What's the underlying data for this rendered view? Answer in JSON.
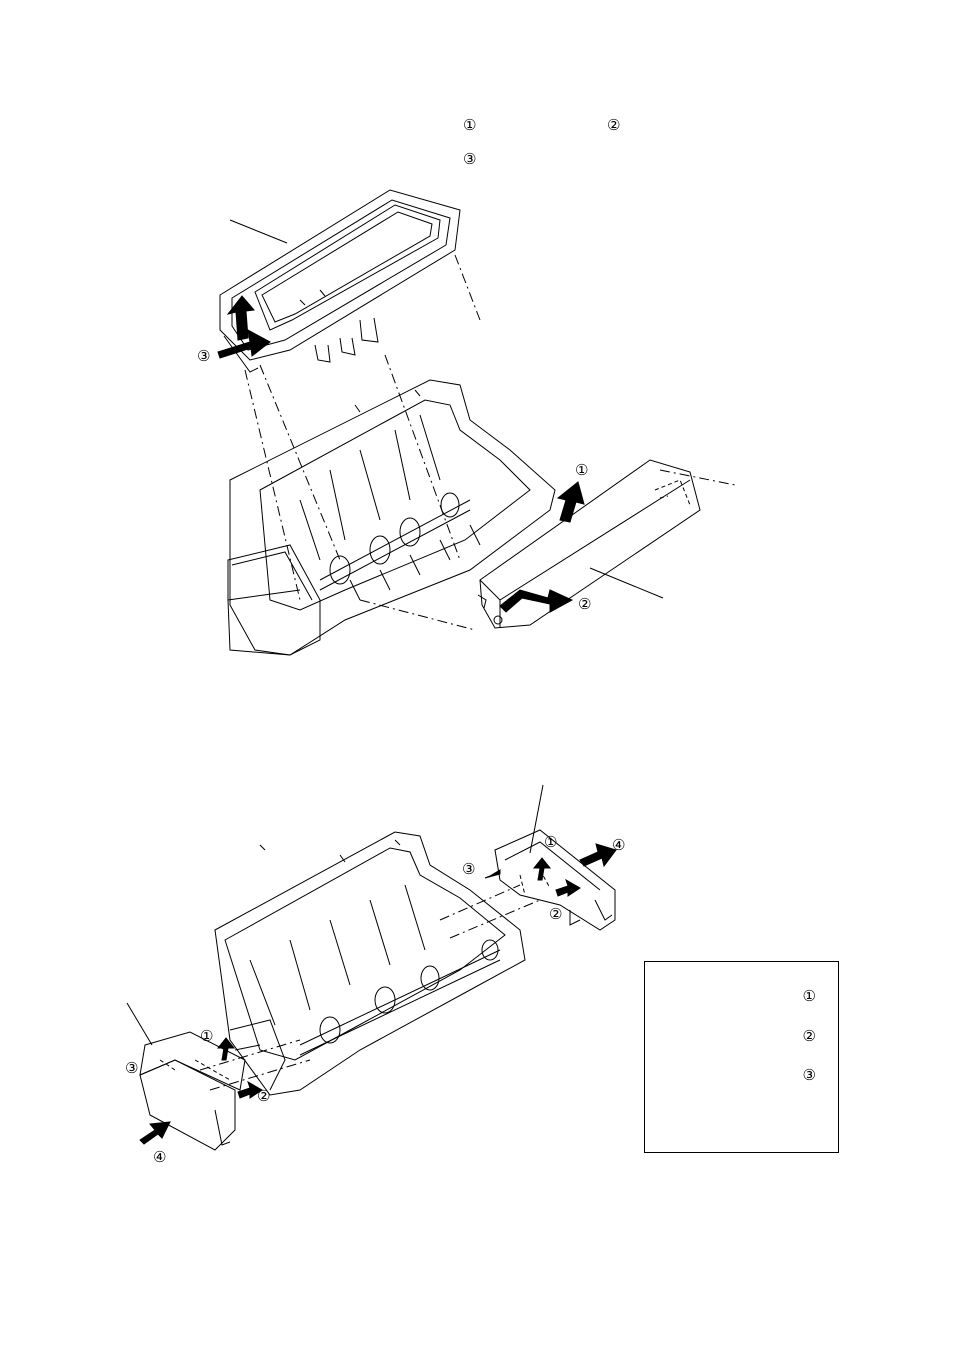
{
  "instructions": {
    "step1": "①",
    "step2": "②",
    "step3": "③"
  },
  "figure_top": {
    "label_cover_arrow": "③",
    "label_roller_up": "①",
    "label_roller_slide": "②"
  },
  "figure_bottom": {
    "right_cover": {
      "label1": "①",
      "label2": "②",
      "label3": "③",
      "label4": "④"
    },
    "left_cover": {
      "label1": "①",
      "label2": "②",
      "label3": "③",
      "label4": "④"
    }
  },
  "legend": {
    "item1": "①",
    "item2": "②",
    "item3": "③"
  }
}
